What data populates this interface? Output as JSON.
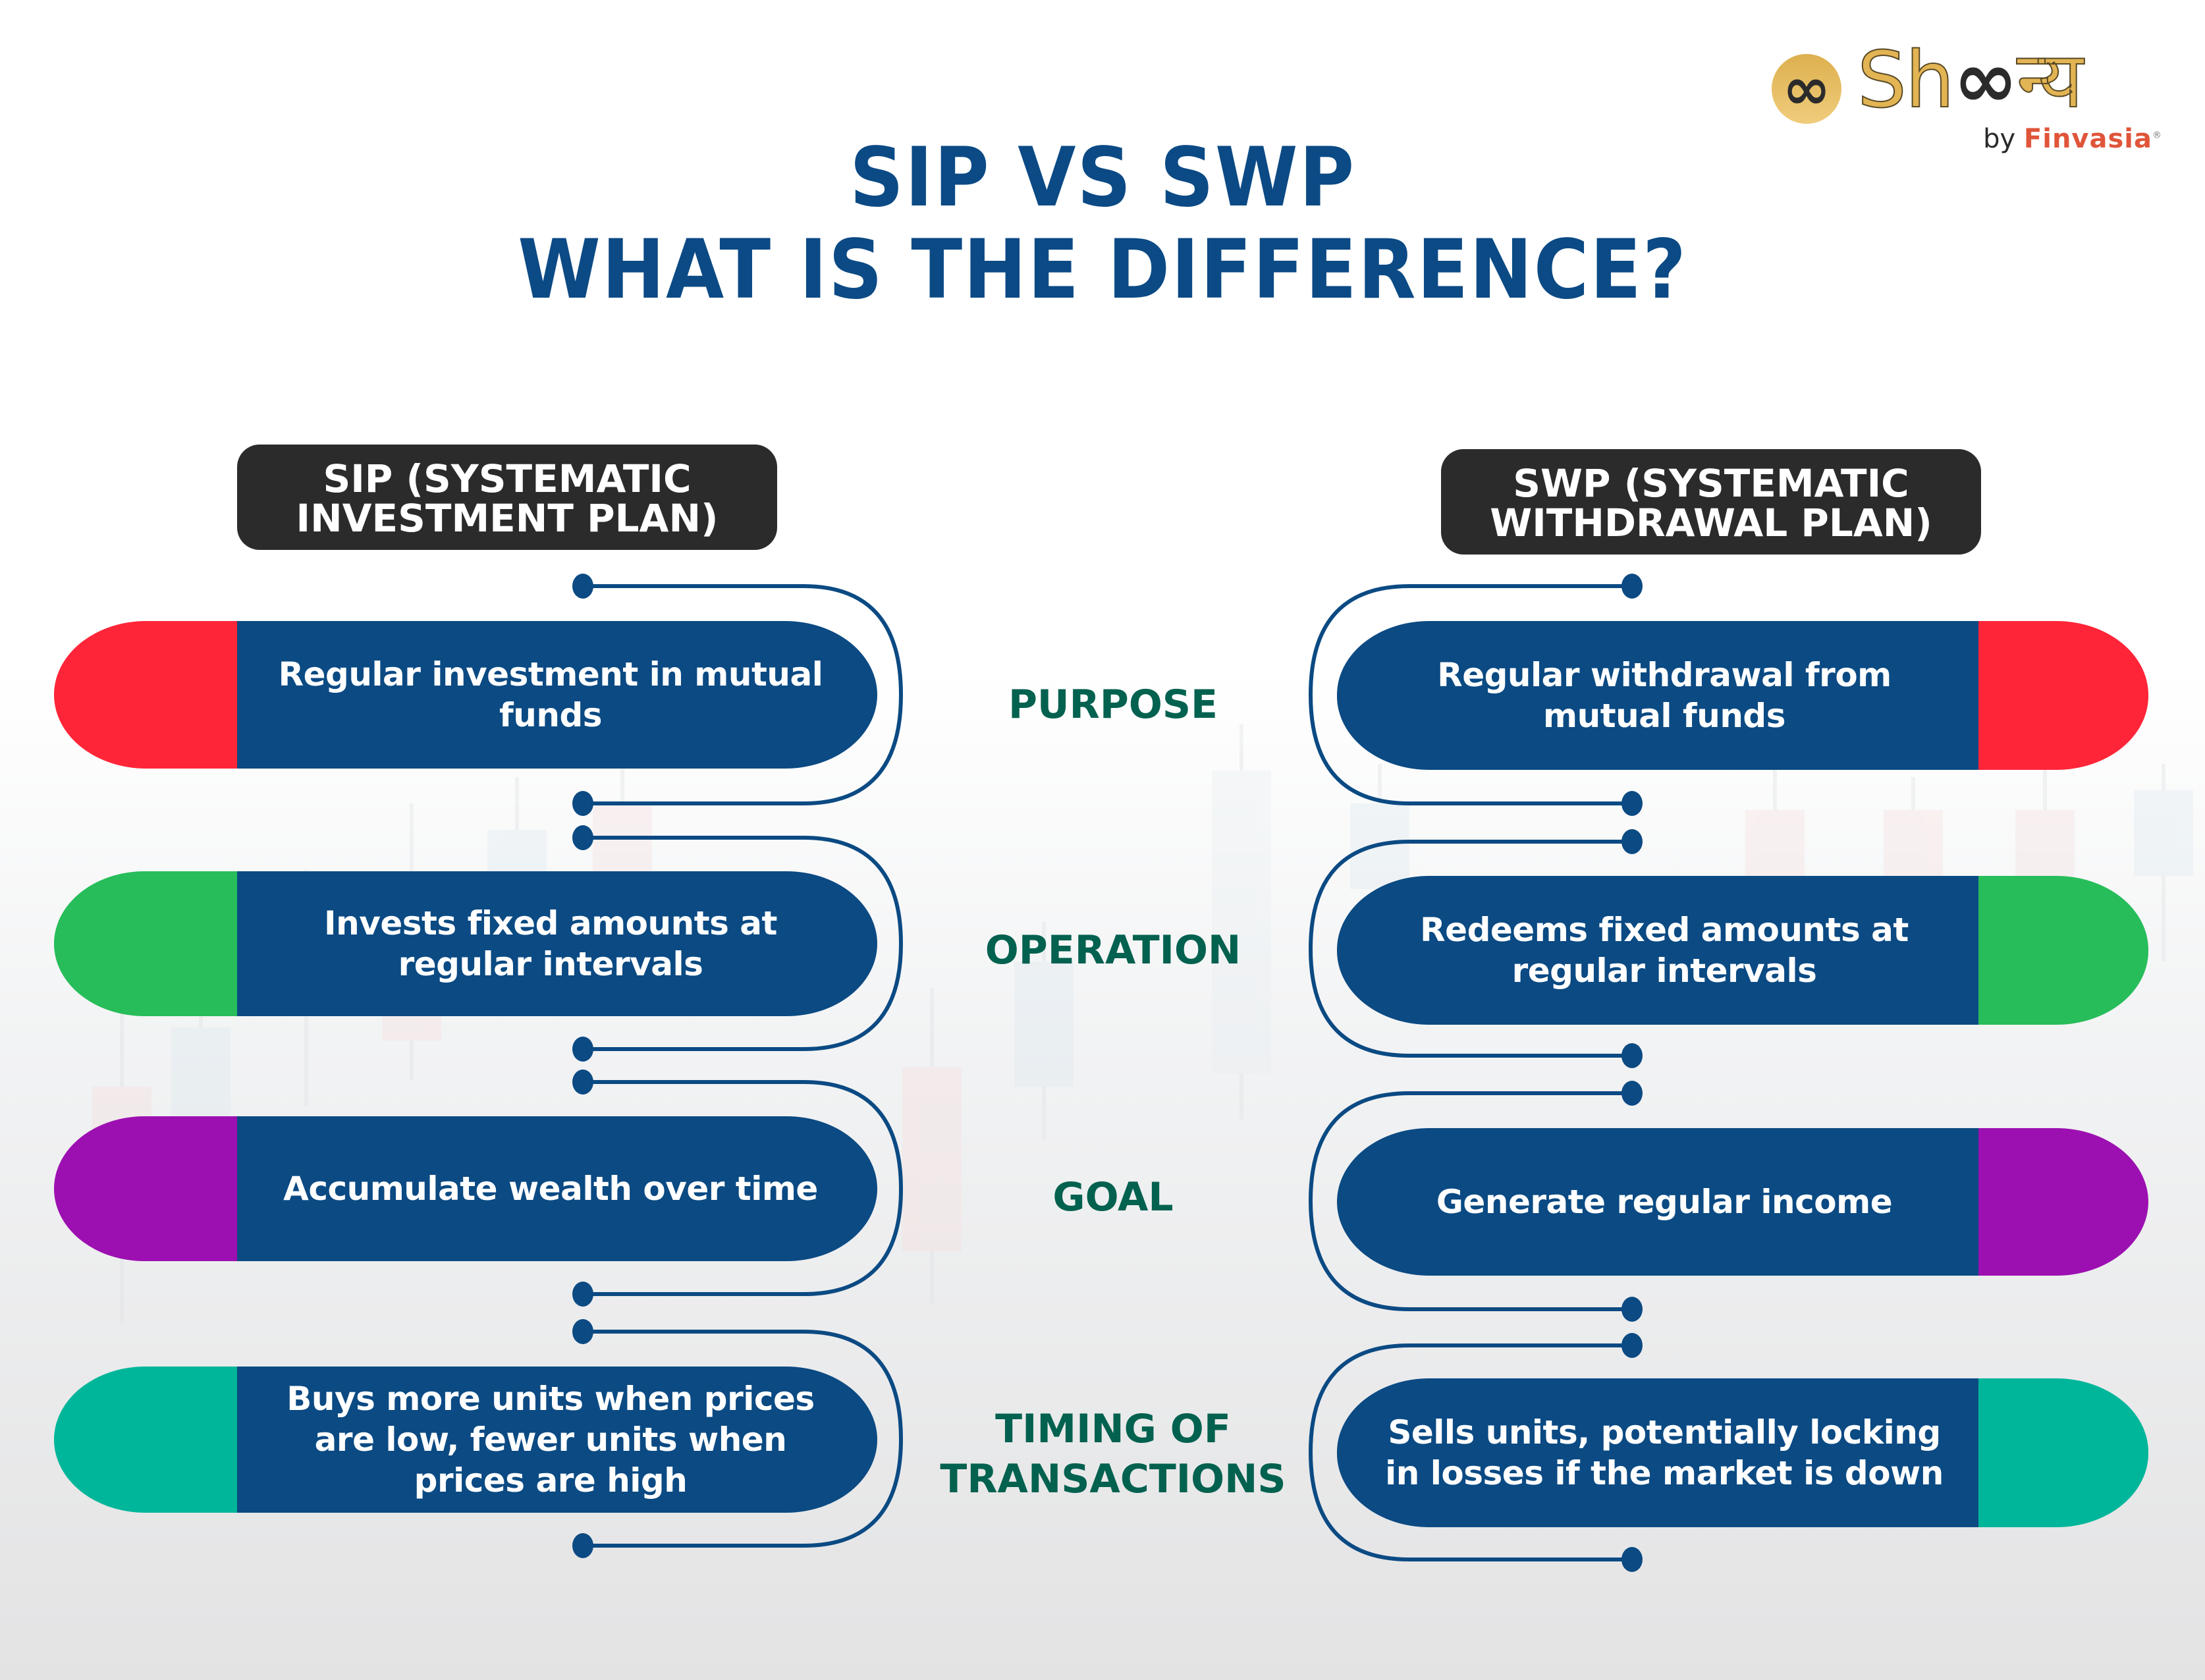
{
  "brand": {
    "logo_icon": "infinity-icon",
    "name_prefix": "Sh",
    "name_infinity": "∞",
    "name_suffix": "न्य",
    "by_label": "by",
    "parent_brand": "Finvasia",
    "registered_mark": "®"
  },
  "title": {
    "line1": "SIP VS SWP",
    "line2": "WHAT IS THE DIFFERENCE?"
  },
  "colors": {
    "title": "#0b4a85",
    "header_bg": "#2b2b2b",
    "row_blue": "#0b4a83",
    "label_green": "#03614f",
    "purpose": "#fe2538",
    "operation": "#27bd5a",
    "goal": "#9c10b1",
    "timing": "#00b69a",
    "logo_gold": "#e2b453",
    "finvasia": "#e0553a"
  },
  "sip": {
    "header_line1": "SIP (SYSTEMATIC",
    "header_line2": "INVESTMENT PLAN)",
    "rows": [
      {
        "category": "purpose",
        "text": "Regular investment in mutual funds"
      },
      {
        "category": "operation",
        "text": "Invests fixed amounts at regular intervals"
      },
      {
        "category": "goal",
        "text": "Accumulate wealth over time"
      },
      {
        "category": "timing",
        "text": "Buys more units when prices are low, fewer units when prices are high"
      }
    ]
  },
  "swp": {
    "header_line1": "SWP (SYSTEMATIC",
    "header_line2": "WITHDRAWAL PLAN)",
    "rows": [
      {
        "category": "purpose",
        "text": "Regular withdrawal from mutual funds"
      },
      {
        "category": "operation",
        "text": "Redeems fixed amounts at regular intervals"
      },
      {
        "category": "goal",
        "text": "Generate regular income"
      },
      {
        "category": "timing",
        "text": "Sells units, potentially locking in losses if the market is down"
      }
    ]
  },
  "criteria": [
    {
      "label": "PURPOSE"
    },
    {
      "label": "OPERATION"
    },
    {
      "label": "GOAL"
    },
    {
      "label": "TIMING OF TRANSACTIONS"
    }
  ]
}
